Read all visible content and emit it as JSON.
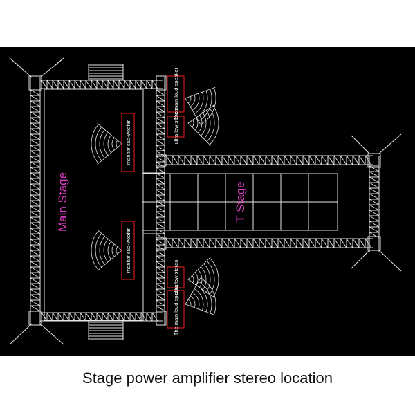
{
  "diagram": {
    "main_stage_label": "Main Stage",
    "t_stage_label": "T Stage",
    "speakers": {
      "main_loud_speaker_top": "The main loud speaker",
      "ultra_low_stereo_top": "ultra low stereo",
      "monitor_sub_woofer_top": "monitor sub-woofer",
      "monitor_sub_woofer_bottom": "monitor sub-woofer",
      "ultra_low_stereo_bottom": "ultra low stereo",
      "main_loud_speaker_bottom": "The main loud speaker"
    },
    "colors": {
      "background": "#000000",
      "lines": "#e8e8e8",
      "label_text": "#e040c8",
      "label_box": "#d01818"
    }
  },
  "caption": "Stage power amplifier stereo location"
}
